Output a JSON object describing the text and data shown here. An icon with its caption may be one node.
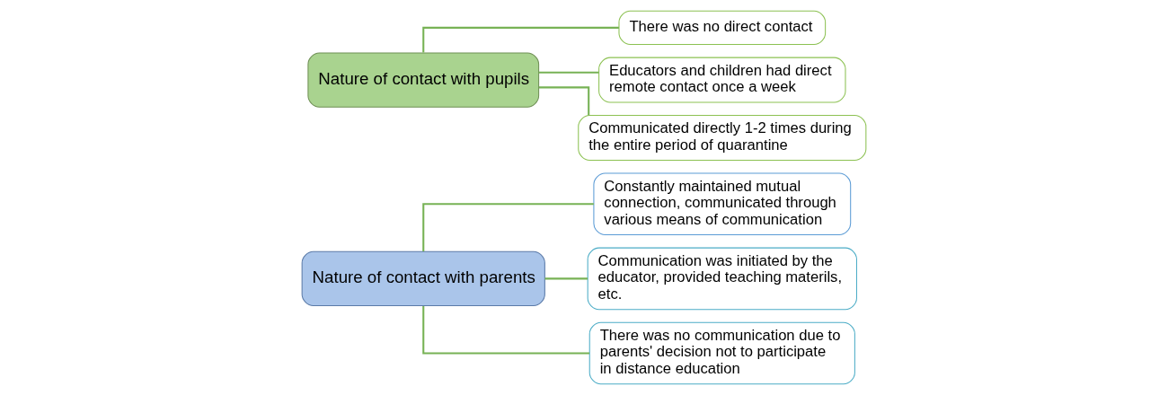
{
  "diagram": {
    "nodes": [
      {
        "text": [
          "Nature of contact with parents"
        ]
      },
      {
        "text": [
          "Constantly maintained mutual connection, communicated through various means of communication"
        ]
      },
      {
        "text": [
          "Communication was initiated by the educator, provided teaching materils, etc."
        ]
      },
      {
        "text": [
          "There was no communication due to parents' decision not to participate in distance education"
        ]
      },
      {
        "text": [
          "Nature of contact with pupils"
        ]
      },
      {
        "text": [
          "There was no direct contact"
        ]
      },
      {
        "text": [
          "Educators and children had direct remote contact once a week"
        ]
      },
      {
        "text": [
          "Communicated directly 1-2 times during the entire period of quarantine"
        ]
      }
    ],
    "edges": [
      {
        "from": 0,
        "to": 1,
        "arrow": "none"
      },
      {
        "from": 0,
        "to": 2,
        "arrow": "none"
      },
      {
        "from": 0,
        "to": 3,
        "arrow": "none"
      },
      {
        "from": 4,
        "to": 5,
        "arrow": "none"
      },
      {
        "from": 4,
        "to": 6,
        "arrow": "none"
      },
      {
        "from": 4,
        "to": 7,
        "arrow": "none"
      }
    ]
  }
}
